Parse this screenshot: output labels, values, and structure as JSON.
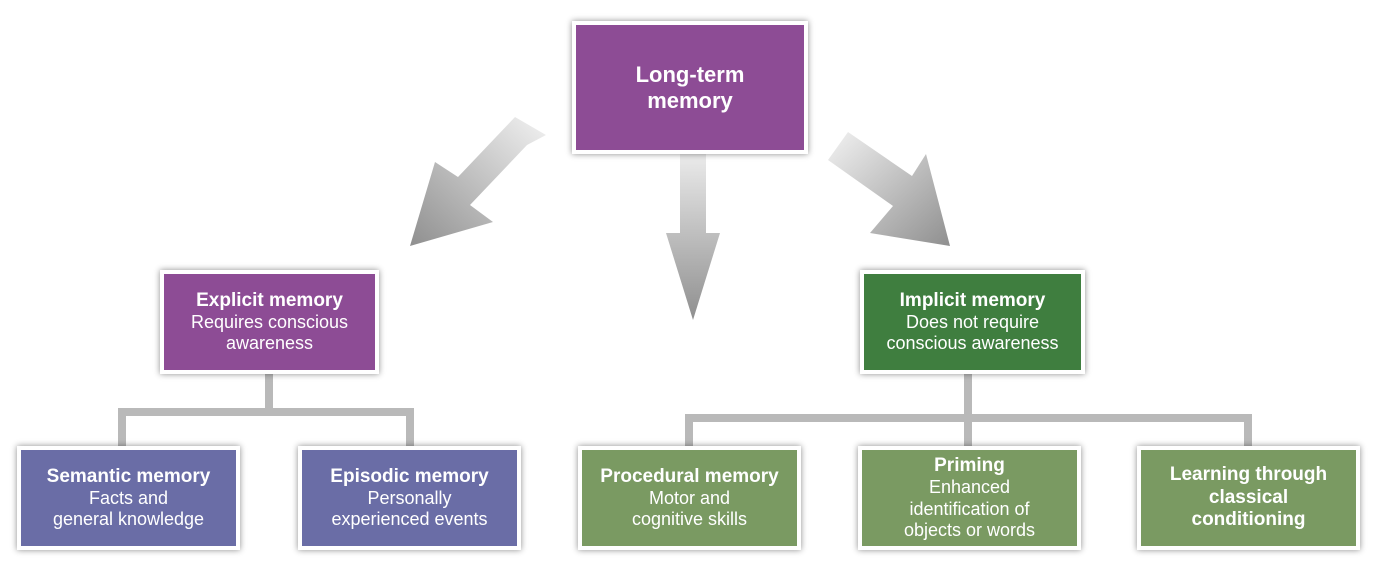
{
  "colors": {
    "root": "#8d4c95",
    "explicit": "#8d4c95",
    "implicit": "#3f7e3f",
    "explicit_children": "#6a6da6",
    "implicit_children": "#7a9a62",
    "connector": "#b9b9b9",
    "arrow": "#9a9a9a"
  },
  "root": {
    "title_line1": "Long-term",
    "title_line2": "memory"
  },
  "explicit": {
    "title": "Explicit memory",
    "line1": "Requires conscious",
    "line2": "awareness"
  },
  "implicit": {
    "title": "Implicit memory",
    "line1": "Does not require",
    "line2": "conscious awareness"
  },
  "semantic": {
    "title": "Semantic memory",
    "line1": "Facts and",
    "line2": "general knowledge"
  },
  "episodic": {
    "title": "Episodic memory",
    "line1": "Personally",
    "line2": "experienced events"
  },
  "procedural": {
    "title": "Procedural memory",
    "line1": "Motor and",
    "line2": "cognitive skills"
  },
  "priming": {
    "title": "Priming",
    "line1": "Enhanced",
    "line2": "identification of",
    "line3": "objects or words"
  },
  "conditioning": {
    "title_line1": "Learning through",
    "title_line2": "classical",
    "title_line3": "conditioning"
  }
}
